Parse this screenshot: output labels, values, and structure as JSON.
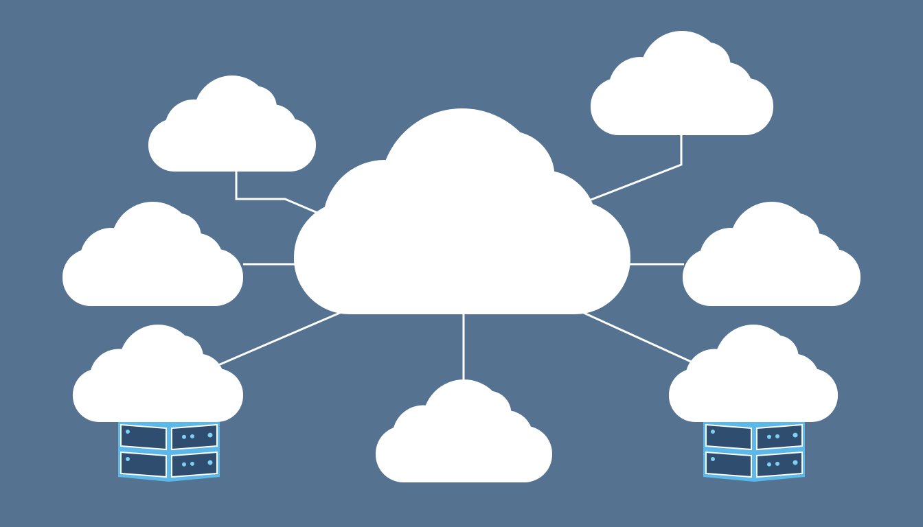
{
  "colors": {
    "background": "#557391",
    "cloud": "#ffffff",
    "connector": "#ffffff",
    "server_frame": "#5bb8e8",
    "server_panel": "#2f4d6e",
    "server_led": "#7fd0f5"
  },
  "clouds": [
    "central-cloud",
    "cloud-top-left",
    "cloud-top-right",
    "cloud-mid-left",
    "cloud-mid-right",
    "cloud-bottom-left",
    "cloud-bottom-right",
    "cloud-bottom-center"
  ],
  "servers": [
    "server-left",
    "server-right"
  ]
}
